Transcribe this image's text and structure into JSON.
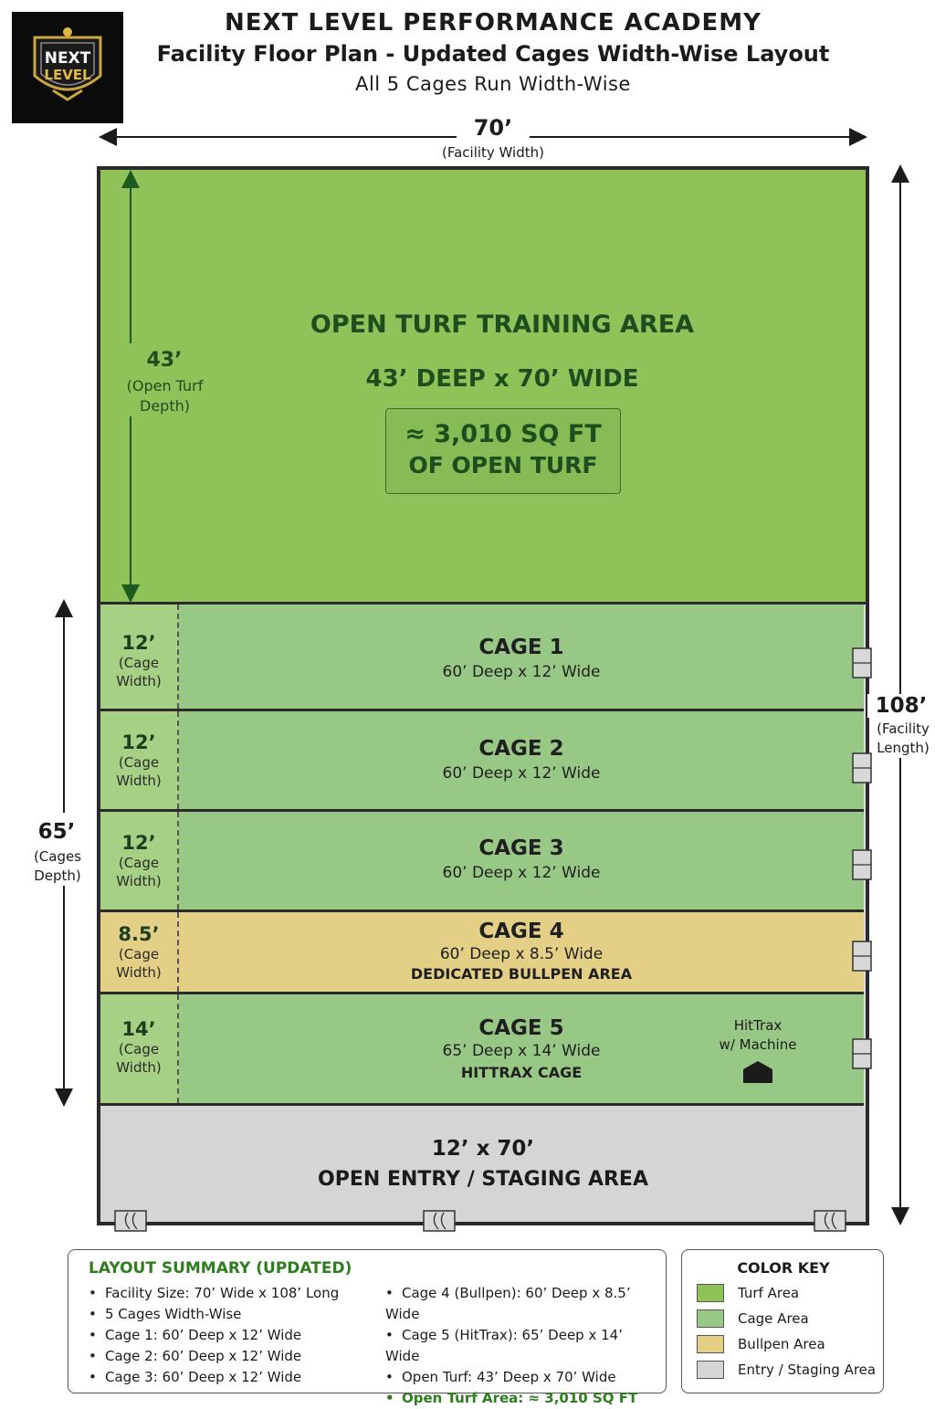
{
  "header": {
    "title": "NEXT LEVEL PERFORMANCE ACADEMY",
    "subtitle": "Facility Floor Plan - Updated Cages Width-Wise Layout",
    "subsubtitle": "All 5 Cages Run Width-Wise",
    "logo_text_top": "NEXT",
    "logo_text_bottom": "LEVEL"
  },
  "dimensions": {
    "facility_width": "70’",
    "facility_width_label": "(Facility Width)",
    "facility_length": "108’",
    "facility_length_label": "(Facility Length)",
    "turf_depth": "43’",
    "turf_depth_label": "(Open Turf Depth)",
    "cages_depth": "65’",
    "cages_depth_label": "(Cages Depth)"
  },
  "turf": {
    "title": "OPEN TURF TRAINING AREA",
    "size": "43’ DEEP x 70’ WIDE",
    "area_line1": "≈ 3,010 SQ FT",
    "area_line2": "OF OPEN TURF"
  },
  "cages": [
    {
      "width": "12’",
      "width_label": "(Cage Width)",
      "title": "CAGE 1",
      "size": "60’ Deep x 12’ Wide",
      "note": ""
    },
    {
      "width": "12’",
      "width_label": "(Cage Width)",
      "title": "CAGE 2",
      "size": "60’ Deep x 12’ Wide",
      "note": ""
    },
    {
      "width": "12’",
      "width_label": "(Cage Width)",
      "title": "CAGE 3",
      "size": "60’ Deep x 12’ Wide",
      "note": ""
    },
    {
      "width": "8.5’",
      "width_label": "(Cage Width)",
      "title": "CAGE 4",
      "size": "60’ Deep x 8.5’ Wide",
      "note": "DEDICATED BULLPEN AREA"
    },
    {
      "width": "14’",
      "width_label": "(Cage Width)",
      "title": "CAGE 5",
      "size": "65’ Deep x 14’ Wide",
      "note": "HITTRAX CAGE"
    }
  ],
  "hittrax": {
    "line1": "HitTrax",
    "line2": "w/ Machine"
  },
  "entry": {
    "size": "12’ x 70’",
    "label": "OPEN ENTRY / STAGING AREA"
  },
  "summary": {
    "title": "LAYOUT SUMMARY (UPDATED)",
    "col1": [
      "Facility Size:  70’ Wide x 108’ Long",
      "5 Cages Width-Wise",
      "Cage 1: 60’ Deep x 12’ Wide",
      "Cage 2: 60’ Deep x 12’ Wide",
      "Cage 3: 60’ Deep x 12’ Wide"
    ],
    "col2": [
      "Cage 4 (Bullpen): 60’ Deep x 8.5’ Wide",
      "Cage 5 (HitTrax): 65’ Deep x 14’ Wide",
      "Open Turf: 43’ Deep x 70’ Wide",
      "Open Turf Area: ≈ 3,010 SQ FT"
    ]
  },
  "color_key": {
    "title": "COLOR KEY",
    "items": [
      {
        "label": "Turf Area",
        "color": "#8fc35a"
      },
      {
        "label": "Cage Area",
        "color": "#98c885"
      },
      {
        "label": "Bullpen Area",
        "color": "#e3cf86"
      },
      {
        "label": "Entry / Staging Area",
        "color": "#d5d5d5"
      }
    ]
  }
}
